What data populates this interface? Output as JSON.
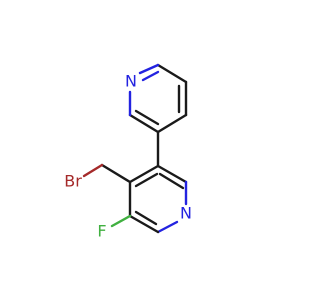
{
  "atoms": {
    "n_top": {
      "symbol": "N",
      "color": "#2323e0"
    },
    "n_bottom": {
      "symbol": "N",
      "color": "#2323e0"
    },
    "br": {
      "symbol": "Br",
      "color": "#a52a2a"
    },
    "f": {
      "symbol": "F",
      "color": "#40b040"
    }
  }
}
